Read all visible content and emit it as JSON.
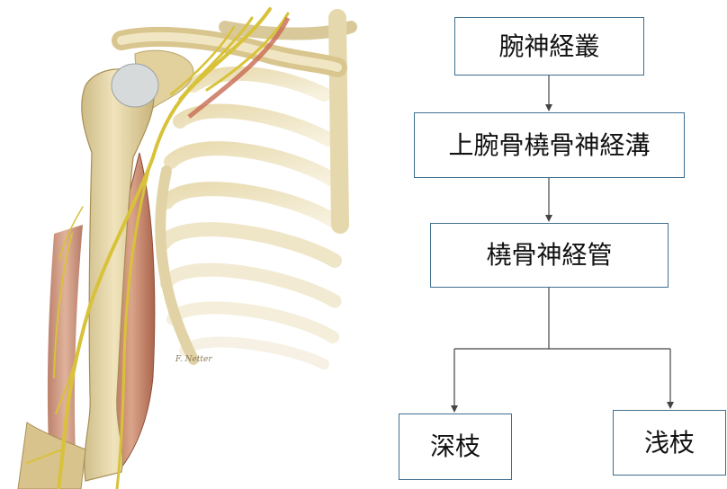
{
  "diagram": {
    "nodes": {
      "brachial_plexus": "腕神経叢",
      "spiral_groove": "上腕骨橈骨神経溝",
      "radial_tunnel": "橈骨神経管",
      "deep_branch": "深枝",
      "superficial_branch": "浅枝"
    },
    "edges": [
      [
        "brachial_plexus",
        "spiral_groove"
      ],
      [
        "spiral_groove",
        "radial_tunnel"
      ],
      [
        "radial_tunnel",
        "deep_branch"
      ],
      [
        "radial_tunnel",
        "superficial_branch"
      ]
    ],
    "colors": {
      "box_border": "#3f6f8f",
      "arrow": "#444444",
      "bone": "#e8d9a8",
      "nerve": "#d8c23a",
      "muscle": "#c98a6e"
    }
  },
  "illustration": {
    "subject": "shoulder-and-arm-anatomy",
    "signature_text": "F. Netter"
  }
}
